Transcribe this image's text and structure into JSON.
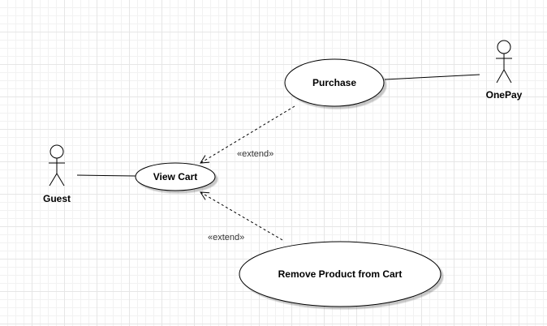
{
  "diagram": {
    "actors": [
      {
        "id": "guest",
        "label": "Guest"
      },
      {
        "id": "onepay",
        "label": "OnePay"
      }
    ],
    "use_cases": [
      {
        "id": "view-cart",
        "label": "View Cart"
      },
      {
        "id": "purchase",
        "label": "Purchase"
      },
      {
        "id": "remove-product",
        "label": "Remove Product from Cart"
      }
    ],
    "relations": [
      {
        "from": "guest",
        "to": "view-cart",
        "kind": "association"
      },
      {
        "from": "onepay",
        "to": "purchase",
        "kind": "association"
      },
      {
        "from": "purchase",
        "to": "view-cart",
        "kind": "extend",
        "label": "«extend»"
      },
      {
        "from": "remove-product",
        "to": "view-cart",
        "kind": "extend",
        "label": "«extend»"
      }
    ]
  }
}
